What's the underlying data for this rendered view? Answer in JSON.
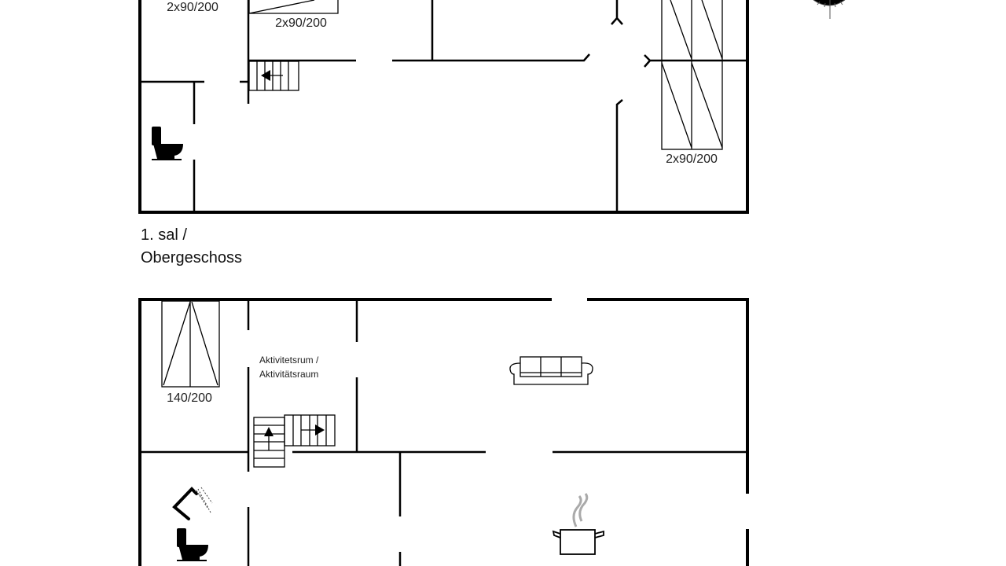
{
  "upper_floor": {
    "title_line1": "1. sal /",
    "title_line2": "Obergeschoss",
    "bed_labels": [
      "2x90/200",
      "2x90/200",
      "2x90/200"
    ]
  },
  "ground_floor": {
    "room_label_line1": "Aktivitetsrum /",
    "room_label_line2": "Aktivitätsraum",
    "bed_label": "140/200"
  },
  "colors": {
    "wall": "#000000",
    "steam": "#aaaaaa",
    "background": "#ffffff"
  }
}
